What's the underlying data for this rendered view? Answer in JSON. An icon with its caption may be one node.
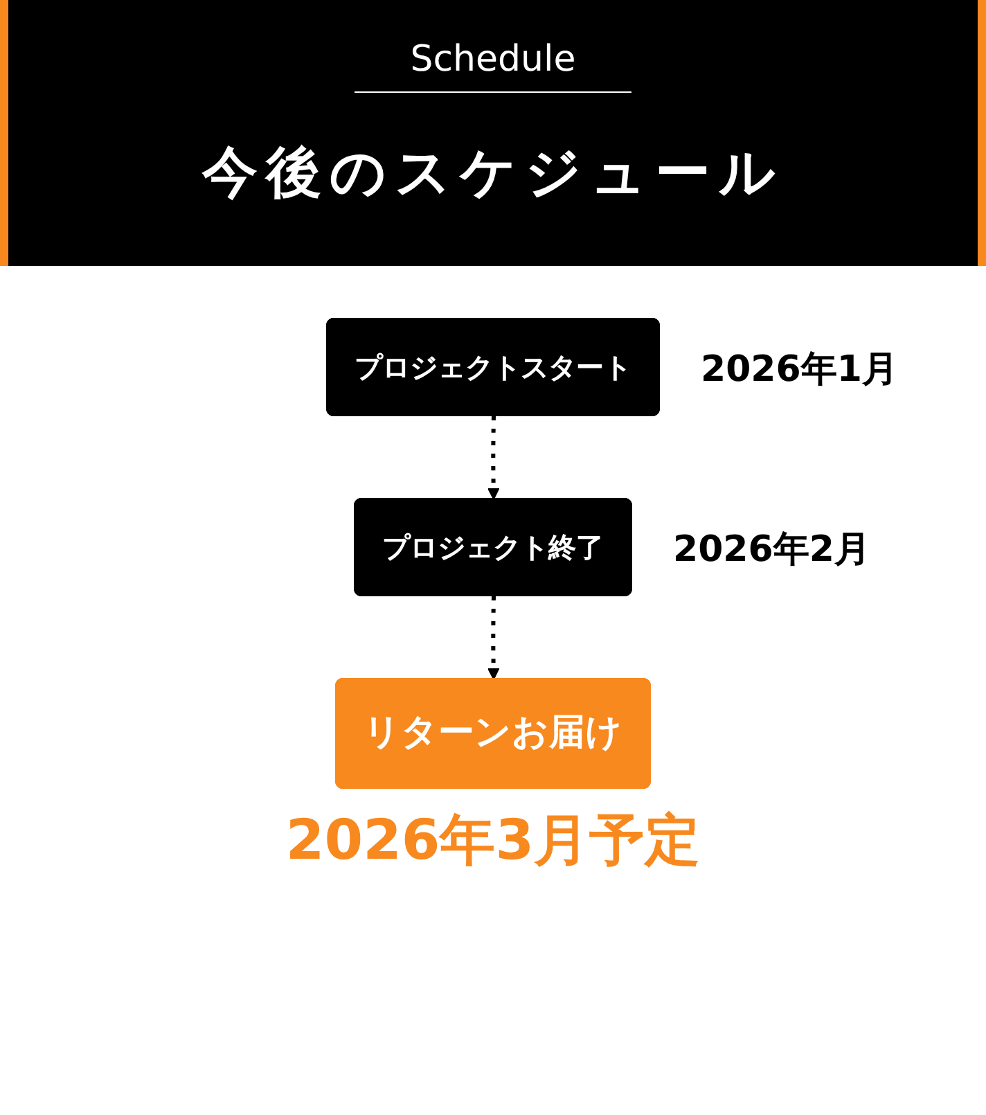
{
  "diagram": {
    "title": "今後のスケジュール",
    "nodes": [
      {
        "text": [
          "プロジェクトスタート"
        ],
        "beside": [
          "2026年1月"
        ]
      },
      {
        "text": [
          "プロジェクト終了"
        ],
        "beside": [
          "2026年2月"
        ]
      },
      {
        "text": [
          "リターンお届け"
        ],
        "beside": [
          "2026年3月予定"
        ]
      }
    ],
    "edges": [
      {
        "from": 0,
        "to": 1,
        "arrow": "to",
        "style": "dashed"
      },
      {
        "from": 1,
        "to": 2,
        "arrow": "to",
        "style": "dashed"
      }
    ],
    "labels": [
      "Schedule"
    ]
  }
}
